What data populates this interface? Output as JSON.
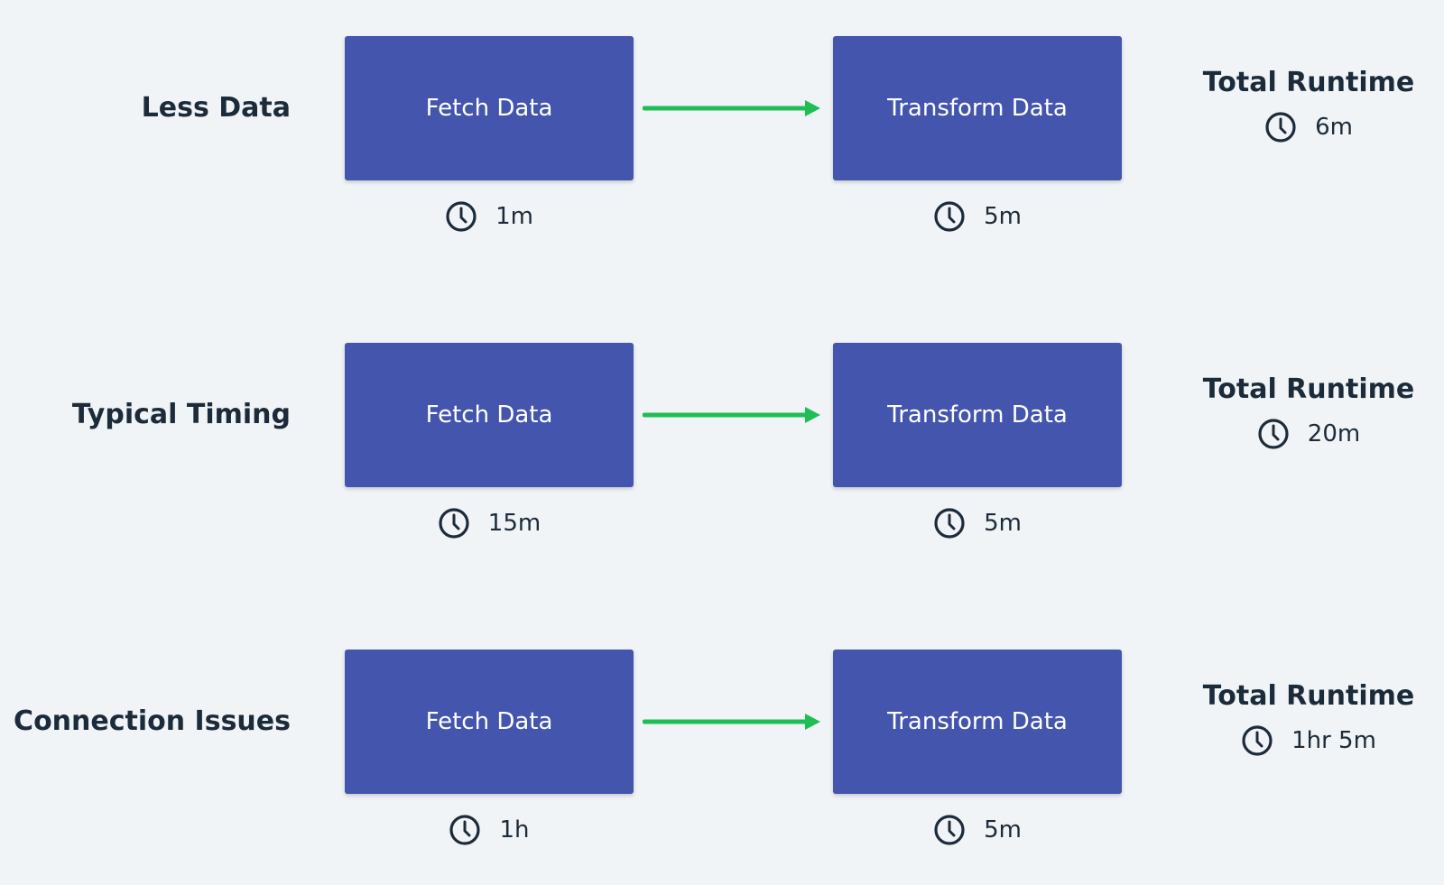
{
  "icons": {
    "duration": "clock-icon"
  },
  "colors": {
    "background": "#f0f4f7",
    "task_box": "#4455ad",
    "task_text": "#ffffff",
    "arrow": "#1fbe55",
    "text": "#1c2b3a"
  },
  "rows": [
    {
      "label": "Less Data",
      "fetch": {
        "label": "Fetch Data",
        "duration": "1m"
      },
      "transform": {
        "label": "Transform Data",
        "duration": "5m"
      },
      "total": {
        "title": "Total Runtime",
        "value": "6m"
      }
    },
    {
      "label": "Typical Timing",
      "fetch": {
        "label": "Fetch Data",
        "duration": "15m"
      },
      "transform": {
        "label": "Transform Data",
        "duration": "5m"
      },
      "total": {
        "title": "Total Runtime",
        "value": "20m"
      }
    },
    {
      "label": "Connection Issues",
      "fetch": {
        "label": "Fetch Data",
        "duration": "1h"
      },
      "transform": {
        "label": "Transform Data",
        "duration": "5m"
      },
      "total": {
        "title": "Total Runtime",
        "value": "1hr 5m"
      }
    }
  ]
}
